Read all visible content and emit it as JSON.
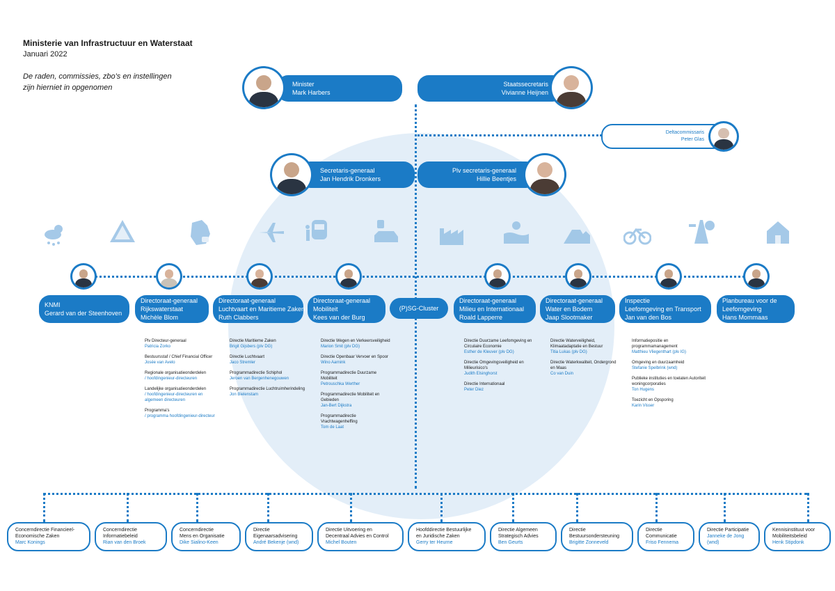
{
  "header": {
    "title": "Ministerie van Infrastructuur en Waterstaat",
    "date": "Januari 2022",
    "note": "De raden, commissies, zbo's en instellingen zijn hierniet in opgenomen"
  },
  "top": {
    "minister": {
      "role": "Minister",
      "name": "Mark Harbers"
    },
    "staatssecretaris": {
      "role": "Staatssecretaris",
      "name": "Vivianne Heijnen"
    },
    "delta": {
      "role": "Deltacommissaris",
      "name": "Peter Glas"
    },
    "sg": {
      "role": "Secretaris-generaal",
      "name": "Jan Hendrik Dronkers"
    },
    "psg": {
      "role": "Plv secretaris-generaal",
      "name": "Hillie Beentjes"
    }
  },
  "icons": [
    "weather-icon",
    "road-sign-icon",
    "netherlands-map-icon",
    "airplane-icon",
    "train-icon",
    "ev-charging-icon",
    "factory-icon",
    "water-icon",
    "dike-icon",
    "bicycle-icon",
    "road-icon",
    "house-icon"
  ],
  "units": [
    {
      "line1": "KNMI",
      "line2": "Gerard van der Steenhoven",
      "line3": ""
    },
    {
      "line1": "Directoraat-generaal",
      "line2": "Rijkswaterstaat",
      "line3": "Michèle Blom"
    },
    {
      "line1": "Directoraat-generaal",
      "line2": "Luchtvaart en Maritieme Zaken",
      "line3": "Ruth Clabbers"
    },
    {
      "line1": "Directoraat-generaal",
      "line2": "Mobiliteit",
      "line3": "Kees van der Burg"
    },
    {
      "line1": "(P)SG-Cluster",
      "line2": "",
      "line3": ""
    },
    {
      "line1": "Directoraat-generaal",
      "line2": "Milieu en Internationaal",
      "line3": "Roald Lapperre"
    },
    {
      "line1": "Directoraat-generaal",
      "line2": "Water en Bodem",
      "line3": "Jaap Slootmaker"
    },
    {
      "line1": "Inspectie",
      "line2": "Leefomgeving en Transport",
      "line3": "Jan van den Bos"
    },
    {
      "line1": "Planbureau voor de",
      "line2": "Leefomgeving",
      "line3": "Hans Mommaas"
    }
  ],
  "subs": {
    "rws": [
      {
        "label": "Plv Directeur-generaal",
        "name": "Patricia Zorko"
      },
      {
        "label": "Bestuursstaf / Chief Financial Officer",
        "name": "Josée van Avelo"
      },
      {
        "label": "Regionale organisatieonderdelen",
        "name": "/ hoofdingenieur-directeuren"
      },
      {
        "label": "Landelijke organisatieonderdelen",
        "name": "/ hoofdingenieur-directeuren en algemeen directeuren"
      },
      {
        "label": "Programma's",
        "name": "/ programma hoofdingenieur-directeur"
      }
    ],
    "lmz": [
      {
        "label": "Directie Maritieme Zaken",
        "name": "Brigit Gijsbers (plv DG)"
      },
      {
        "label": "Directie Luchtvaart",
        "name": "Jaco Stremler"
      },
      {
        "label": "Programmadirectie Schiphol",
        "name": "Jeroen van Bergenhenegouwen"
      },
      {
        "label": "Programmadirectie Luchtruimherindeling",
        "name": "Jon Bielenstam"
      }
    ],
    "mob": [
      {
        "label": "Directie Wegen en Verkeersveiligheid",
        "name": "Marion Smit (plv DG)"
      },
      {
        "label": "Directie Openbaar Vervoer en Spoor",
        "name": "Wino Aarnink"
      },
      {
        "label": "Programmadirectie Duurzame Mobiliteit",
        "name": "Petrouschka Werther"
      },
      {
        "label": "Programmadirectie Mobiliteit en Gebieden",
        "name": "Jan-Bert Dijkstra"
      },
      {
        "label": "Programmadirectie Vrachtwagenheffing",
        "name": "Tom de Laat"
      }
    ],
    "mi": [
      {
        "label": "Directie Duurzame Leefomgeving en Circulaire Economie",
        "name": "Esther de Kleuver (plv DG)"
      },
      {
        "label": "Directie Omgevingsveiligheid en Milieurisico's",
        "name": "Judith Elsinghorst"
      },
      {
        "label": "Directie Internationaal",
        "name": "Peter Diez"
      }
    ],
    "wb": [
      {
        "label": "Directie Waterveiligheid, Klimaatadaptatie en Bestuur",
        "name": "Titia Lukas (plv DG)"
      },
      {
        "label": "Directie Waterkwaliteit, Ondergrond en Maas",
        "name": "Co van Duin"
      }
    ],
    "ilt": [
      {
        "label": "Informatiepositie en programmamanagement",
        "name": "Matthieu Vliegenthart (plv IG)"
      },
      {
        "label": "Omgeving en duurzaamheid",
        "name": "Stefanie Spelbrink (wnd)"
      },
      {
        "label": "Publieke instituties en toelaten Autoriteit woningcorporaties",
        "name": "Ton Hugens"
      },
      {
        "label": "Toezicht en Opsporing",
        "name": "Karin Visser"
      }
    ]
  },
  "bottom": [
    {
      "line1": "Concerndirectie Financieel-",
      "line2": "Economische Zaken",
      "name": "Marc Konings"
    },
    {
      "line1": "Concerndirectie",
      "line2": "Informatiebeleid",
      "name": "Rian van den Broek"
    },
    {
      "line1": "Concerndirectie",
      "line2": "Mens en Organisatie",
      "name": "Dike Sialino-Keen"
    },
    {
      "line1": "Directie",
      "line2": "Eigenaarsadvisering",
      "name": "André Bekenje (wnd)"
    },
    {
      "line1": "Directie Uitvoering en",
      "line2": "Decentraal Advies en Control",
      "name": "Michel Bouten"
    },
    {
      "line1": "Hoofddirectie Bestuurlijke",
      "line2": "en Juridische Zaken",
      "name": "Gerry ter Heurne"
    },
    {
      "line1": "Directie Algemeen",
      "line2": "Strategisch Advies",
      "name": "Ben Geurts"
    },
    {
      "line1": "Directie",
      "line2": "Bestuursondersteuning",
      "name": "Brigitte Zonneveld"
    },
    {
      "line1": "Directie",
      "line2": "Communicatie",
      "name": "Friso Fennema"
    },
    {
      "line1": "Directie Participatie",
      "line2": "Janneke de Jong",
      "name": "(wnd)"
    },
    {
      "line1": "Kennisinstituut voor",
      "line2": "Mobiliteitsbeleid",
      "name": "Henk Stipdonk"
    }
  ]
}
